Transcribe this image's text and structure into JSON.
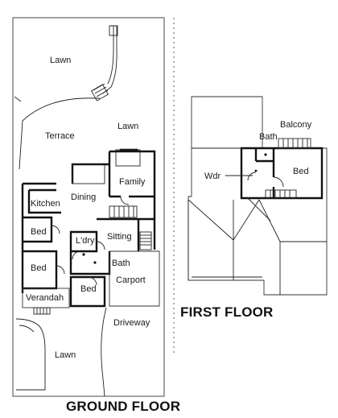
{
  "colors": {
    "lawn_fill": "#dbe8d2",
    "wall": "#111111",
    "line": "#333333",
    "background": "#ffffff"
  },
  "ground_floor": {
    "title": "GROUND FLOOR",
    "labels": {
      "lawn_top": "Lawn",
      "lawn_mid": "Lawn",
      "terrace": "Terrace",
      "family": "Family",
      "kitchen": "Kitchen",
      "dining": "Dining",
      "bed_1": "Bed",
      "laundry": "L'dry",
      "sitting": "Sitting",
      "bed_2": "Bed",
      "bath": "Bath",
      "carport": "Carport",
      "bed_3": "Bed",
      "verandah": "Verandah",
      "driveway": "Driveway",
      "lawn_bottom": "Lawn"
    }
  },
  "first_floor": {
    "title": "FIRST FLOOR",
    "labels": {
      "balcony": "Balcony",
      "bath": "Bath",
      "wdr": "Wdr",
      "bed": "Bed"
    }
  }
}
